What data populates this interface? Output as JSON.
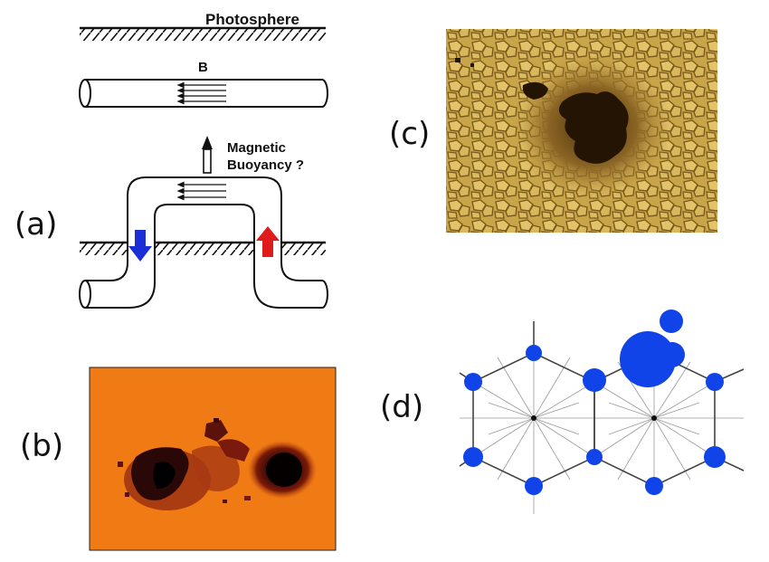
{
  "panels": {
    "a": {
      "label": "(a)",
      "photosphere": "Photosphere",
      "field": "B",
      "buoyancy_line1": "Magnetic",
      "buoyancy_line2": "Buoyancy ?",
      "down_arrow_color": "#1a2fd6",
      "up_arrow_color": "#e01b1b"
    },
    "b": {
      "label": "(b)",
      "background_color": "#f07a14",
      "spot_color": "#2a0808"
    },
    "c": {
      "label": "(c)",
      "granule_color": "#c9a54a",
      "umbra_color": "#2a1a06"
    },
    "d": {
      "label": "(d)",
      "node_color": "#1044e8"
    }
  }
}
